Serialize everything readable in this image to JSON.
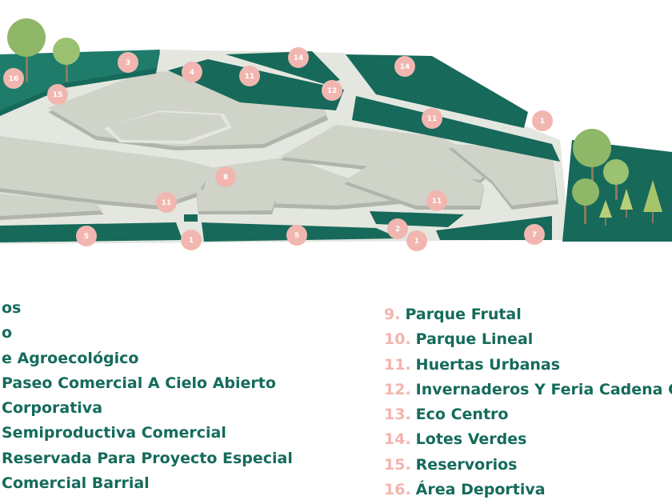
{
  "colors": {
    "green": "#17695a",
    "green_top": "#1f7c6a",
    "block": "#cfd3c8",
    "block_shadow": "#b0b4aa",
    "road": "#e4e7e0",
    "pin": "#f2b6b0",
    "text_green": "#156b5b",
    "text_pink": "#f3b4ae",
    "tree": "#8fb768"
  },
  "map_markers": [
    "16",
    "15",
    "3",
    "4",
    "14",
    "11",
    "12",
    "14",
    "11",
    "1",
    "8",
    "11",
    "11",
    "5",
    "1",
    "5",
    "2",
    "1",
    "7"
  ],
  "legend_left": [
    {
      "num": "",
      "label": "os"
    },
    {
      "num": "",
      "label": "o"
    },
    {
      "num": "",
      "label": "e Agroecológico"
    },
    {
      "num": "",
      "label": "Paseo Comercial A Cielo Abierto"
    },
    {
      "num": "",
      "label": "Corporativa"
    },
    {
      "num": "",
      "label": "Semiproductiva Comercial"
    },
    {
      "num": "",
      "label": "Reservada Para Proyecto Especial"
    },
    {
      "num": "",
      "label": "Comercial Barrial"
    }
  ],
  "legend_right": [
    {
      "num": "9.",
      "label": "Parque Frutal"
    },
    {
      "num": "10.",
      "label": "Parque Lineal"
    },
    {
      "num": "11.",
      "label": "Huertas Urbanas"
    },
    {
      "num": "12.",
      "label": "Invernaderos Y Feria Cadena C"
    },
    {
      "num": "13.",
      "label": "Eco Centro"
    },
    {
      "num": "14.",
      "label": "Lotes Verdes"
    },
    {
      "num": "15.",
      "label": "Reservorios"
    },
    {
      "num": "16.",
      "label": "Área Deportiva"
    }
  ]
}
